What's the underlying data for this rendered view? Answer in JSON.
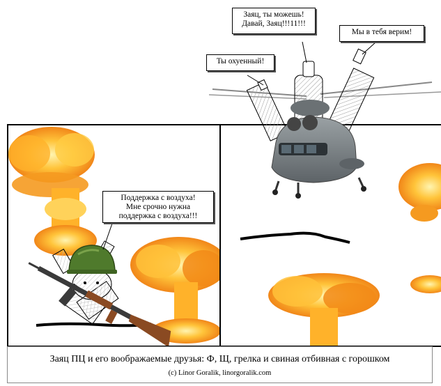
{
  "bubbles": {
    "left_panel": "Поддержка с воздуха!\nМне срочно нужна\nподдержка с воздуха!!!",
    "friend_left": "Ты охуенный!",
    "friend_middle": "Заяц, ты можешь!\nДавай, Заяц!!!11!!!",
    "friend_right": "Мы в тебя верим!"
  },
  "caption": {
    "title": "Заяц ПЦ и его воображаемые друзья: Ф, Щ, грелка и свиная отбивная с горошком",
    "credit": "(c) Linor Goralik, linorgoralik.com"
  },
  "colors": {
    "fire_core": "#ffe680",
    "fire_mid": "#ffb22a",
    "fire_edge": "#f07a10",
    "helmet": "#4f7a2c",
    "helicopter": "#7d8488",
    "rifle_wood": "#8a4a22",
    "rifle_metal": "#3a3a3a"
  },
  "icons": [
    "explosion-icon",
    "helicopter-icon",
    "rifle-icon",
    "helmet-icon",
    "hare-icon"
  ]
}
